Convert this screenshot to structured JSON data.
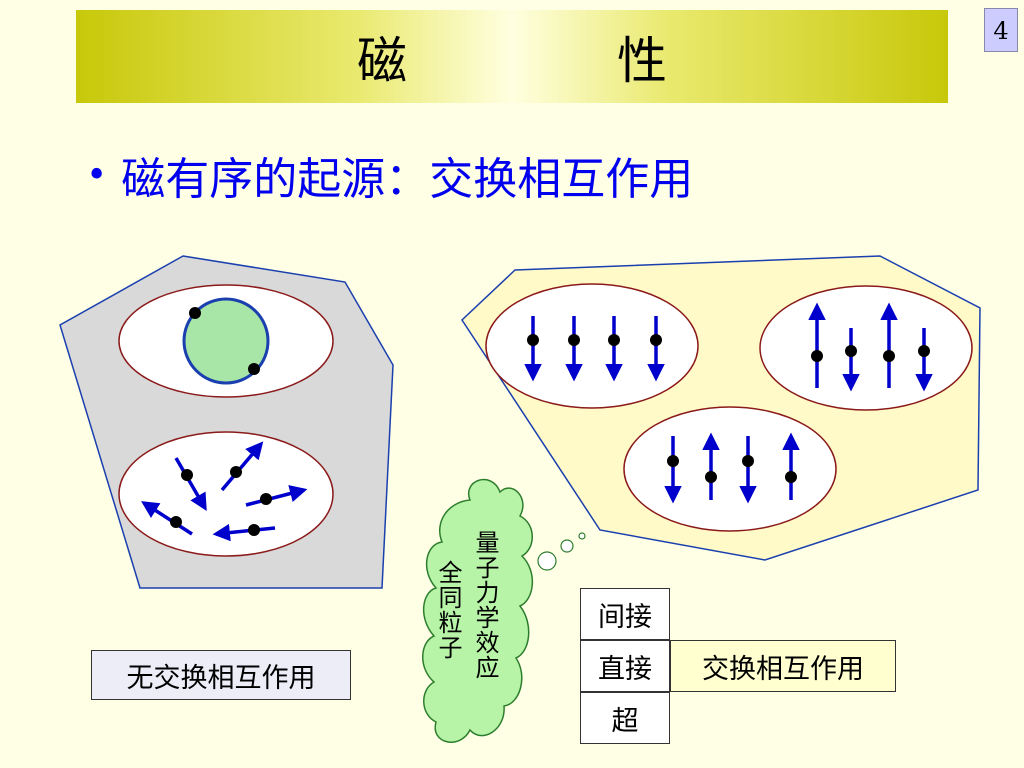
{
  "page": {
    "number": "4"
  },
  "title": "磁　性",
  "bullet": {
    "marker": "•",
    "text": "磁有序的起源：交换相互作用"
  },
  "labels": {
    "no_exchange": "无交换相互作用",
    "cloud_col_right": "量子力学效应",
    "cloud_col_left": "全同粒子"
  },
  "exchange_table": {
    "rows": [
      "间接",
      "直接",
      "超"
    ],
    "side_label": "交换相互作用"
  },
  "colors": {
    "spin_arrow": "#0000CC",
    "orbit_fill": "#A8E6A8",
    "orbit_stroke": "#1A3FAF",
    "ellipse_stroke": "#8B1A1A",
    "left_region": "#D9D9D9",
    "right_region": "#FFFAC8",
    "cloud_fill": "#B7F4A8",
    "highlight_cell": "#FFFFD0"
  }
}
